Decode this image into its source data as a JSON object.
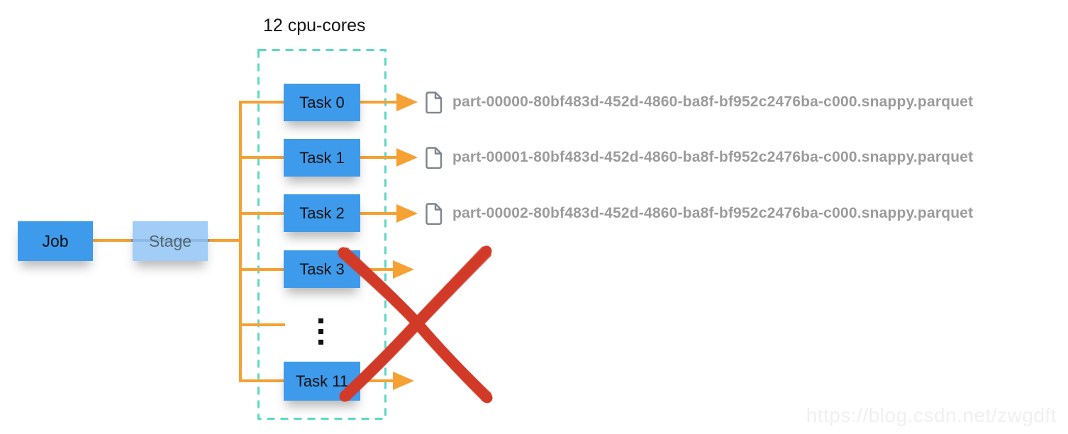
{
  "title": {
    "label": "12 cpu-cores"
  },
  "flow": {
    "job_label": "Job",
    "stage_label": "Stage"
  },
  "cores_box": {
    "tasks": [
      {
        "label": "Task 0"
      },
      {
        "label": "Task 1"
      },
      {
        "label": "Task 2"
      },
      {
        "label": "Task 3"
      },
      {
        "label": "Task 11"
      }
    ]
  },
  "outputs": {
    "files": [
      {
        "name": "part-00000-80bf483d-452d-4860-ba8f-bf952c2476ba-c000.snappy.parquet"
      },
      {
        "name": "part-00001-80bf483d-452d-4860-ba8f-bf952c2476ba-c000.snappy.parquet"
      },
      {
        "name": "part-00002-80bf483d-452d-4860-ba8f-bf952c2476ba-c000.snappy.parquet"
      }
    ]
  },
  "icons": {
    "file": "file-icon",
    "ellipsis": "vertical-ellipsis-icon",
    "cross": "red-cross-icon"
  },
  "colors": {
    "box_blue": "#3E9AEB",
    "box_blue_light": "#8CC2F4",
    "connector_orange": "#F5A133",
    "dashed_teal": "#5CD9C5",
    "cross_red": "#D23A28",
    "file_text_gray": "#9B9B9B"
  },
  "watermark": {
    "text": "https://blog.csdn.net/zwgdft"
  }
}
